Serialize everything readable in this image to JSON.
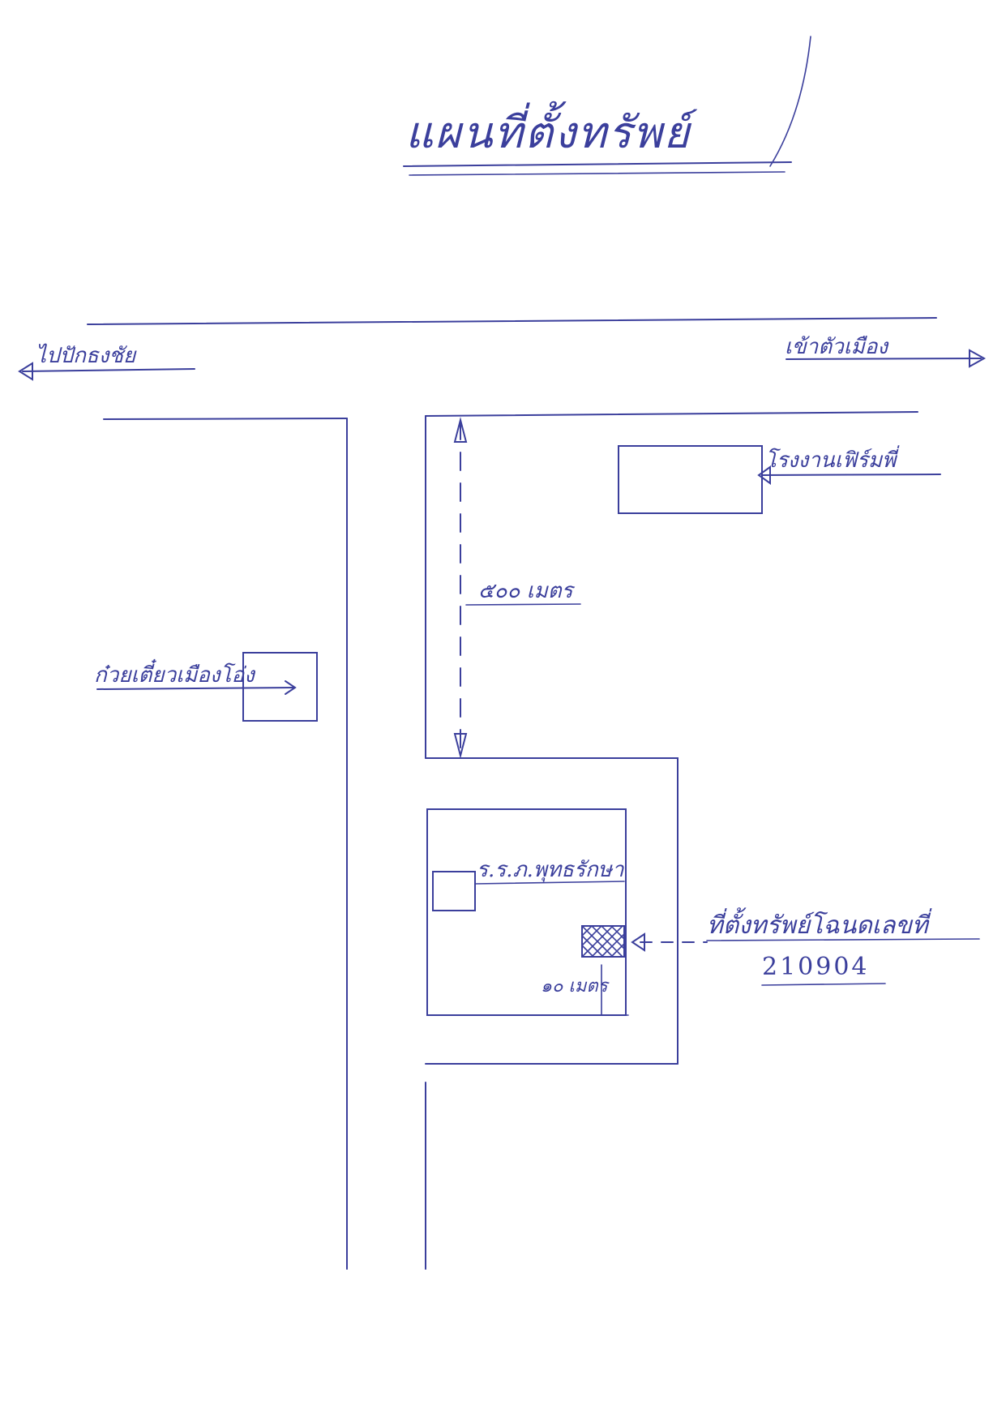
{
  "map": {
    "title": "แผนที่ตั้งทรัพย์",
    "labels": {
      "to_left": "ไปปักธงชัย",
      "to_right": "เข้าตัวเมือง",
      "factory": "โรงงานเฟิร์มพี่",
      "distance_500": "๕๐๐ เมตร",
      "noodle_shop": "ก๋วยเตี๋ยวเมืองโอ่ง",
      "school": "ร.ร.ภ.พุทธรักษา",
      "distance_10": "๑๐ เมตร",
      "property_location": "ที่ตั้งทรัพย์โฉนดเลขที่",
      "deed_number": "210904"
    }
  },
  "colors": {
    "ink": "#3b3f9c",
    "paper": "#ffffff"
  }
}
